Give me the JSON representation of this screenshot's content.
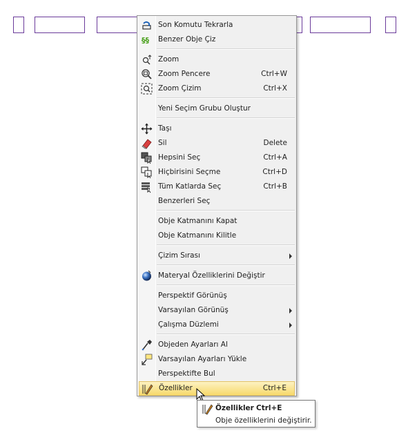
{
  "menu": {
    "items": [
      {
        "label": "Son Komutu Tekrarla",
        "shortcut": "",
        "icon": "repeat-command-icon"
      },
      {
        "label": "Benzer Obje Çiz",
        "shortcut": "",
        "icon": "draw-similar-icon"
      },
      {
        "label": "Zoom",
        "shortcut": "",
        "icon": "zoom-icon"
      },
      {
        "label": "Zoom Pencere",
        "shortcut": "Ctrl+W",
        "icon": "zoom-window-icon"
      },
      {
        "label": "Zoom Çizim",
        "shortcut": "Ctrl+X",
        "icon": "zoom-extents-icon"
      },
      {
        "label": "Yeni Seçim Grubu Oluştur",
        "shortcut": "",
        "icon": ""
      },
      {
        "label": "Taşı",
        "shortcut": "",
        "icon": "move-icon"
      },
      {
        "label": "Sil",
        "shortcut": "Delete",
        "icon": "eraser-icon"
      },
      {
        "label": "Hepsini Seç",
        "shortcut": "Ctrl+A",
        "icon": "select-all-icon"
      },
      {
        "label": "Hiçbirisini Seçme",
        "shortcut": "Ctrl+D",
        "icon": "select-none-icon"
      },
      {
        "label": "Tüm Katlarda Seç",
        "shortcut": "Ctrl+B",
        "icon": "select-all-floors-icon"
      },
      {
        "label": "Benzerleri Seç",
        "shortcut": "",
        "icon": ""
      },
      {
        "label": "Obje Katmanını Kapat",
        "shortcut": "",
        "icon": ""
      },
      {
        "label": "Obje Katmanını Kilitle",
        "shortcut": "",
        "icon": ""
      },
      {
        "label": "Çizim Sırası",
        "shortcut": "",
        "icon": "",
        "submenu": true
      },
      {
        "label": "Materyal Özelliklerini Değiştir",
        "shortcut": "",
        "icon": "material-sphere-icon"
      },
      {
        "label": "Perspektif Görünüş",
        "shortcut": "",
        "icon": ""
      },
      {
        "label": "Varsayılan Görünüş",
        "shortcut": "",
        "icon": "",
        "submenu": true
      },
      {
        "label": "Çalışma Düzlemi",
        "shortcut": "",
        "icon": "",
        "submenu": true
      },
      {
        "label": "Objeden Ayarları Al",
        "shortcut": "",
        "icon": "eyedropper-icon"
      },
      {
        "label": "Varsayılan Ayarları Yükle",
        "shortcut": "",
        "icon": "load-defaults-icon"
      },
      {
        "label": "Perspektifte Bul",
        "shortcut": "",
        "icon": ""
      },
      {
        "label": "Özellikler",
        "shortcut": "Ctrl+E",
        "icon": "properties-icon",
        "highlighted": true
      }
    ]
  },
  "tooltip": {
    "title": "Özellikler",
    "shortcut": "Ctrl+E",
    "description": "Obje özelliklerini değiştirir."
  },
  "colors": {
    "highlight": "#f7d96b",
    "background_rect": "#6a3a9a"
  }
}
